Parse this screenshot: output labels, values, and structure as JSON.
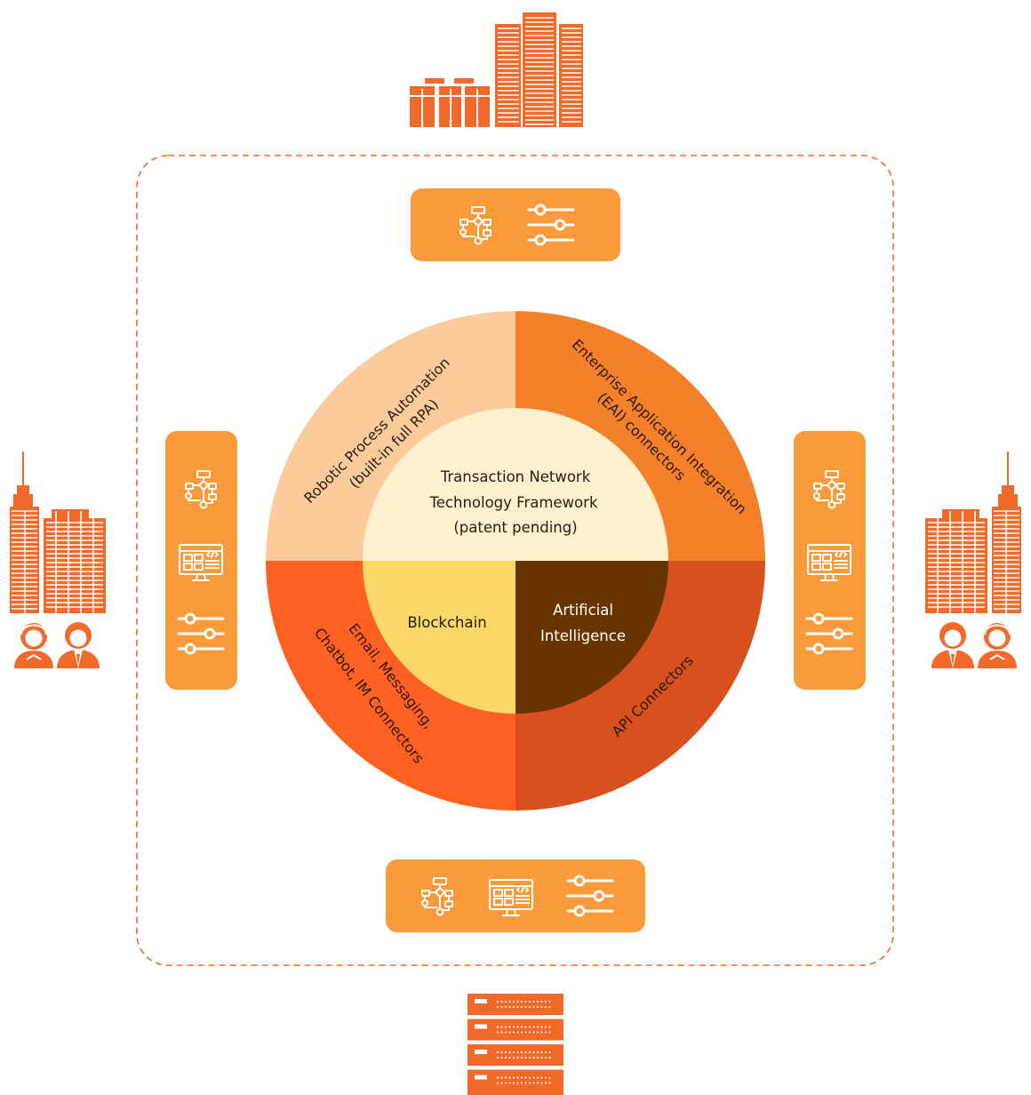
{
  "center": {
    "line1": "Transaction Network",
    "line2": "Technology Framework",
    "line3": "(patent pending)"
  },
  "inner": {
    "blockchain": "Blockchain",
    "ai_line1": "Artificial",
    "ai_line2": "Intelligence"
  },
  "ring": {
    "rpa_line1": "Robotic Process Automation",
    "rpa_line2": "(built-in full RPA)",
    "eai_line1": "Enterprise Application Integration",
    "eai_line2": "(EAI) connectors",
    "email_line1": "Email, Messaging,",
    "email_line2": "Chatbot, IM Connectors",
    "api": "API Connectors"
  },
  "colors": {
    "rpa_quadrant": "#FCCB9B",
    "eai_quadrant": "#F5802A",
    "email_quadrant": "#FF6122",
    "api_quadrant": "#D7501D",
    "center_light": "#FEF1CF",
    "blockchain": "#FCD769",
    "ai": "#673400",
    "panel": "#F99B3A",
    "building": "#F26A2A",
    "dashed_border": "#F26A2A"
  },
  "icons": [
    "flowchart-icon",
    "sliders-icon",
    "code-monitor-icon",
    "building-icon",
    "server-rack-icon",
    "support-agent-icon",
    "businessman-icon"
  ]
}
